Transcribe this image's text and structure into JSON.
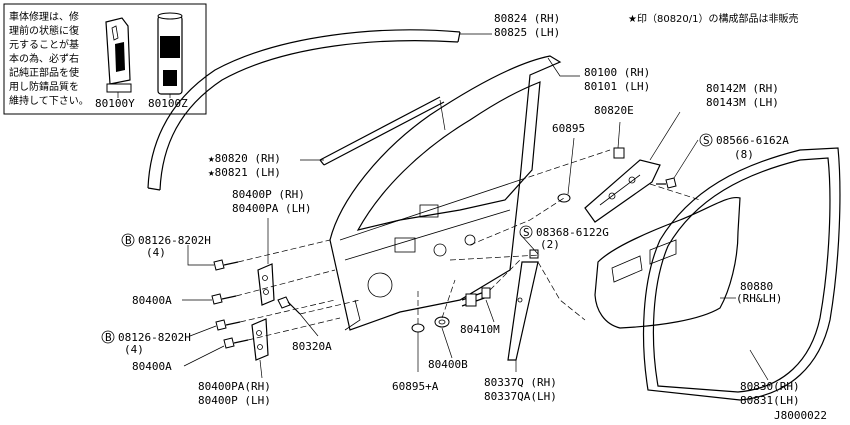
{
  "notice": {
    "lines": [
      "車体修理は、修",
      "理前の状態に復",
      "元することが基",
      "本の為、必ず右",
      "記純正部品を使",
      "用し防錆品質を",
      "維持して下さい。"
    ]
  },
  "legend": "★印（80820/1）の構成部品は非販売",
  "callouts": [
    {
      "id": "80100y",
      "lines": [
        "80100Y"
      ]
    },
    {
      "id": "80100z",
      "lines": [
        "80100Z"
      ]
    },
    {
      "id": "80824",
      "lines": [
        "80824 (RH)",
        "80825 (LH)"
      ]
    },
    {
      "id": "80100",
      "lines": [
        "80100 (RH)",
        "80101 (LH)"
      ]
    },
    {
      "id": "80142m",
      "lines": [
        "80142M (RH)",
        "80143M (LH)"
      ]
    },
    {
      "id": "80820e",
      "lines": [
        "80820E"
      ]
    },
    {
      "id": "60895",
      "lines": [
        "60895"
      ]
    },
    {
      "id": "08566",
      "lines": [
        "08566-6162A",
        "(8)"
      ]
    },
    {
      "id": "80820",
      "lines": [
        "★80820 (RH)",
        "★80821 (LH)"
      ]
    },
    {
      "id": "80400p",
      "lines": [
        "80400P  (RH)",
        "80400PA (LH)"
      ]
    },
    {
      "id": "08126a",
      "lines": [
        "08126-8202H",
        "(4)"
      ]
    },
    {
      "id": "08368",
      "lines": [
        "08368-6122G",
        "(2)"
      ]
    },
    {
      "id": "80400a1",
      "lines": [
        "80400A"
      ]
    },
    {
      "id": "08126b",
      "lines": [
        "08126-8202H",
        "(4)"
      ]
    },
    {
      "id": "80320a",
      "lines": [
        "80320A"
      ]
    },
    {
      "id": "80410m",
      "lines": [
        "80410M"
      ]
    },
    {
      "id": "80400b",
      "lines": [
        "80400B"
      ]
    },
    {
      "id": "80880",
      "lines": [
        "80880",
        "(RH&LH)"
      ]
    },
    {
      "id": "80400a2",
      "lines": [
        "80400A"
      ]
    },
    {
      "id": "80400pa",
      "lines": [
        "80400PA(RH)",
        "80400P  (LH)"
      ]
    },
    {
      "id": "60895a",
      "lines": [
        "60895+A"
      ]
    },
    {
      "id": "80337q",
      "lines": [
        "80337Q  (RH)",
        "80337QA(LH)"
      ]
    },
    {
      "id": "80830",
      "lines": [
        "80830(RH)",
        "80831(LH)"
      ]
    }
  ],
  "drawing_code": "J8000022"
}
